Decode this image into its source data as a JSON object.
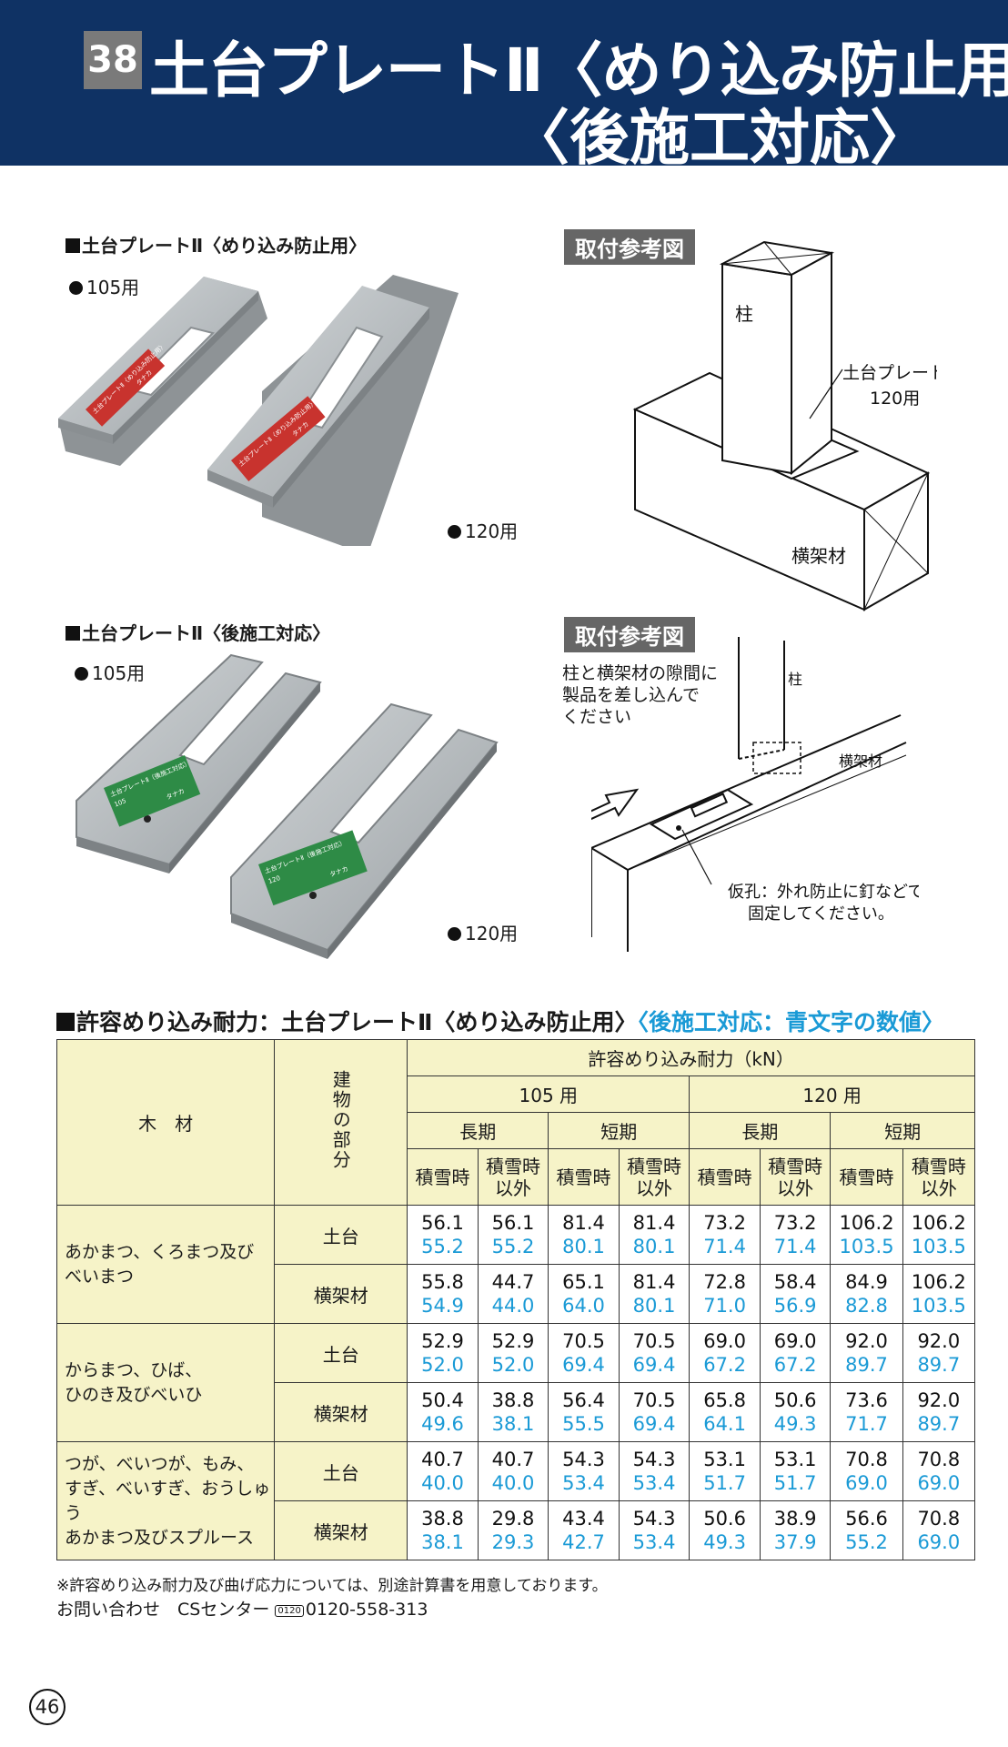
{
  "header": {
    "number": "38",
    "title_line1": "土台プレートⅡ〈めり込み防止用〉",
    "title_line2": "〈後施工対応〉"
  },
  "section1": {
    "label": "土台プレートⅡ〈めり込み防止用〉",
    "size_105": "105用",
    "size_120": "120用",
    "plate_label": "土台プレートⅡ〈めり込み防止用〉",
    "plate_brand": "タナカ"
  },
  "diagram1": {
    "tag": "取付参考図",
    "post": "柱",
    "plate_name": "土台プレートⅡ",
    "plate_size": "120用",
    "beam": "横架材"
  },
  "section2": {
    "label": "土台プレートⅡ〈後施工対応〉",
    "size_105": "105用",
    "size_120": "120用",
    "plate_label": "土台プレートⅡ（後施工対応）",
    "plate_num_105": "105",
    "plate_num_120": "120",
    "plate_brand": "タナカ"
  },
  "diagram2": {
    "tag": "取付参考図",
    "instruction_1": "柱と横架材の隙間に",
    "instruction_2": "製品を差し込んで",
    "instruction_3": "ください",
    "post": "柱",
    "beam": "横架材",
    "hole_note_1": "仮孔：外れ防止に釘などで",
    "hole_note_2": "固定してください。"
  },
  "table": {
    "title_black": "許容めり込み耐力：土台プレートⅡ〈めり込み防止用〉",
    "title_blue": "〈後施工対応：青文字の数値〉",
    "header_wood": "木　材",
    "header_part": "建物の部分",
    "header_main": "許容めり込み耐力（kN）",
    "header_105": "105 用",
    "header_120": "120 用",
    "long": "長期",
    "short": "短期",
    "snow": "積雪時",
    "non_snow_1": "積雪時",
    "non_snow_2": "以外",
    "groups": [
      {
        "wood_lines": [
          "あかまつ、くろまつ及び",
          "べいまつ"
        ],
        "rows": [
          {
            "part": "土台",
            "black": [
              "56.1",
              "56.1",
              "81.4",
              "81.4",
              "73.2",
              "73.2",
              "106.2",
              "106.2"
            ],
            "blue": [
              "55.2",
              "55.2",
              "80.1",
              "80.1",
              "71.4",
              "71.4",
              "103.5",
              "103.5"
            ]
          },
          {
            "part": "横架材",
            "black": [
              "55.8",
              "44.7",
              "65.1",
              "81.4",
              "72.8",
              "58.4",
              "84.9",
              "106.2"
            ],
            "blue": [
              "54.9",
              "44.0",
              "64.0",
              "80.1",
              "71.0",
              "56.9",
              "82.8",
              "103.5"
            ]
          }
        ]
      },
      {
        "wood_lines": [
          "からまつ、ひば、",
          "ひのき及びべいひ"
        ],
        "rows": [
          {
            "part": "土台",
            "black": [
              "52.9",
              "52.9",
              "70.5",
              "70.5",
              "69.0",
              "69.0",
              "92.0",
              "92.0"
            ],
            "blue": [
              "52.0",
              "52.0",
              "69.4",
              "69.4",
              "67.2",
              "67.2",
              "89.7",
              "89.7"
            ]
          },
          {
            "part": "横架材",
            "black": [
              "50.4",
              "38.8",
              "56.4",
              "70.5",
              "65.8",
              "50.6",
              "73.6",
              "92.0"
            ],
            "blue": [
              "49.6",
              "38.1",
              "55.5",
              "69.4",
              "64.1",
              "49.3",
              "71.7",
              "89.7"
            ]
          }
        ]
      },
      {
        "wood_lines": [
          "つが、べいつが、もみ、",
          "すぎ、べいすぎ、おうしゅう",
          "あかまつ及びスプルース"
        ],
        "rows": [
          {
            "part": "土台",
            "black": [
              "40.7",
              "40.7",
              "54.3",
              "54.3",
              "53.1",
              "53.1",
              "70.8",
              "70.8"
            ],
            "blue": [
              "40.0",
              "40.0",
              "53.4",
              "53.4",
              "51.7",
              "51.7",
              "69.0",
              "69.0"
            ]
          },
          {
            "part": "横架材",
            "black": [
              "38.8",
              "29.8",
              "43.4",
              "54.3",
              "50.6",
              "38.9",
              "56.6",
              "70.8"
            ],
            "blue": [
              "38.1",
              "29.3",
              "42.7",
              "53.4",
              "49.3",
              "37.9",
              "55.2",
              "69.0"
            ]
          }
        ]
      }
    ]
  },
  "notes": {
    "note1": "※許容めり込み耐力及び曲げ応力については、別途計算書を用意しております。",
    "contact_prefix": "お問い合わせ　CSセンター",
    "freedial": "フリーダイヤル",
    "phone": "0120-558-313"
  },
  "page_number": "46",
  "colors": {
    "header_bg": "#0f3264",
    "badge_bg": "#7a7a7a",
    "table_header_bg": "#f6f3c8",
    "blue_values": "#1a9ad6",
    "plate_red_label": "#c8332e",
    "plate_green_label": "#2e8b46"
  }
}
